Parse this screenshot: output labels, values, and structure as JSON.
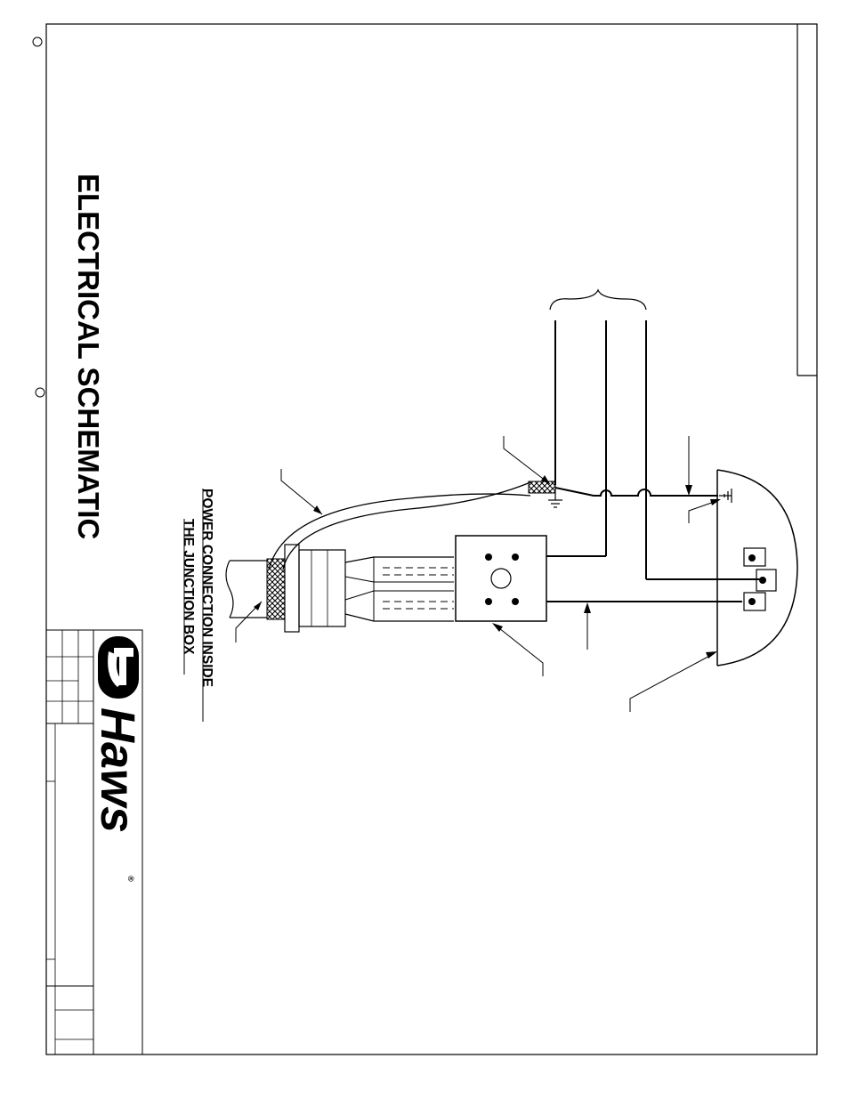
{
  "drawing": {
    "title": "ELECTRICAL SCHEMATIC",
    "note_line1": "POWER CONNECTION INSIDE",
    "note_line2": "THE JUNCTION BOX"
  },
  "title_block": {
    "logo_wordmark": "Haws",
    "registered_mark": "®"
  },
  "icons": [
    "ground-symbol-icon",
    "haws-logo-icon",
    "punch-hole-icon"
  ]
}
